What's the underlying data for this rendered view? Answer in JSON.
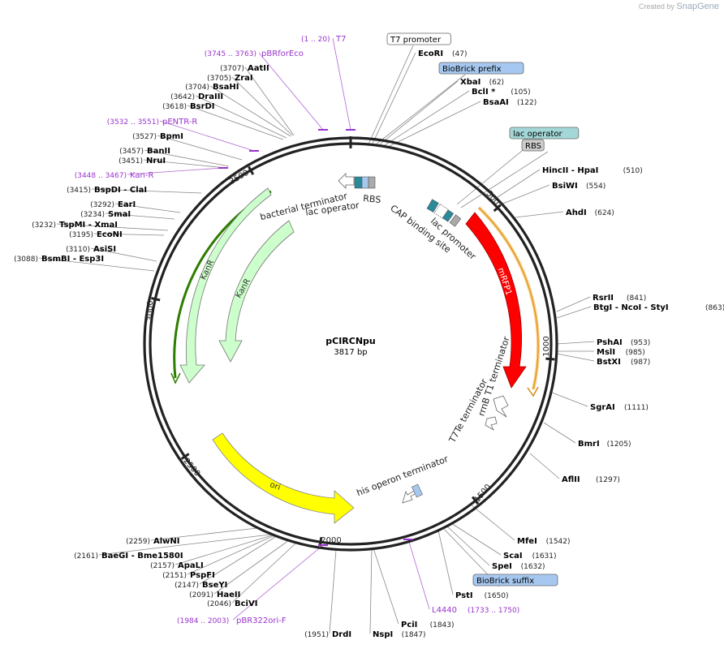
{
  "credit": {
    "prefix": "Created by",
    "brand": "SnapGene"
  },
  "map": {
    "name": "pCIRCNpu",
    "length_label": "3817 bp",
    "total_bp": 3817,
    "ticks": [
      {
        "bp": 500,
        "label": "500"
      },
      {
        "bp": 1000,
        "label": "1000"
      },
      {
        "bp": 1500,
        "label": "1500"
      },
      {
        "bp": 2000,
        "label": "2000"
      },
      {
        "bp": 2500,
        "label": "2500"
      },
      {
        "bp": 3000,
        "label": "3000"
      },
      {
        "bp": 3500,
        "label": "3500"
      }
    ]
  },
  "colors": {
    "backbone": "#222222",
    "enzyme_label": "#000000",
    "primer_label": "#9933cc",
    "mRFP1": "#ff0000",
    "orange_arc": "#f5a623",
    "kan_arc": "#2e7d00",
    "KanR": "#ccffcc",
    "ori": "#ffff00",
    "lac_operator_fill": "#a4d8d8",
    "biobrick_fill": "#a6c8f0",
    "rbs_fill": "#cccccc"
  },
  "features": {
    "mRFP1": "mRFP1",
    "KanR_outer": "KanR",
    "KanR_inner": "KanR",
    "ori": "ori",
    "bacterial_terminator": "bacterial terminator",
    "lac_operator_inner": "lac operator",
    "RBS_inner": "RBS",
    "CAP_binding_site": "CAP binding site",
    "lac_promoter": "lac promoter",
    "rrnB_T1_terminator": "rrnB T1 terminator",
    "T7Te_terminator": "T7Te terminator",
    "his_operon_terminator": "his operon terminator"
  },
  "labels": [
    {
      "id": "T7-promoter",
      "type": "boxed",
      "text": "T7 promoter",
      "fill": "#ffffff"
    },
    {
      "id": "EcoRI",
      "type": "enzyme",
      "name": "EcoRI",
      "pos": "(47)"
    },
    {
      "id": "BioBrick-prefix",
      "type": "boxed",
      "text": "BioBrick prefix",
      "fill": "#a6c8f0"
    },
    {
      "id": "XbaI",
      "type": "enzyme",
      "name": "XbaI",
      "pos": "(62)"
    },
    {
      "id": "BclI",
      "type": "enzyme",
      "name": "BclI *",
      "pos": "(105)"
    },
    {
      "id": "BsaAI",
      "type": "enzyme",
      "name": "BsaAI",
      "pos": "(122)"
    },
    {
      "id": "lac-operator",
      "type": "boxed",
      "text": "lac operator",
      "fill": "#a4d8d8"
    },
    {
      "id": "RBS",
      "type": "boxed",
      "text": "RBS",
      "fill": "#cccccc"
    },
    {
      "id": "HincII-HpaI",
      "type": "enzyme",
      "name": "HincII  - HpaI",
      "pos": "(510)"
    },
    {
      "id": "BsiWI",
      "type": "enzyme",
      "name": "BsiWI",
      "pos": "(554)"
    },
    {
      "id": "AhdI",
      "type": "enzyme",
      "name": "AhdI",
      "pos": "(624)"
    },
    {
      "id": "RsrII",
      "type": "enzyme",
      "name": "RsrII",
      "pos": "(841)"
    },
    {
      "id": "BtgI-NcoI-StyI",
      "type": "enzyme",
      "name": "BtgI  - NcoI  - StyI",
      "pos": "(863)"
    },
    {
      "id": "PshAI",
      "type": "enzyme",
      "name": "PshAI",
      "pos": "(953)"
    },
    {
      "id": "MslI",
      "type": "enzyme",
      "name": "MslI",
      "pos": "(985)"
    },
    {
      "id": "BstXI",
      "type": "enzyme",
      "name": "BstXI",
      "pos": "(987)"
    },
    {
      "id": "SgrAI",
      "type": "enzyme",
      "name": "SgrAI",
      "pos": "(1111)"
    },
    {
      "id": "BmrI",
      "type": "enzyme",
      "name": "BmrI",
      "pos": "(1205)"
    },
    {
      "id": "AflII",
      "type": "enzyme",
      "name": "AflII",
      "pos": "(1297)"
    },
    {
      "id": "MfeI",
      "type": "enzyme",
      "name": "MfeI",
      "pos": "(1542)"
    },
    {
      "id": "ScaI",
      "type": "enzyme",
      "name": "ScaI",
      "pos": "(1631)"
    },
    {
      "id": "SpeI",
      "type": "enzyme",
      "name": "SpeI",
      "pos": "(1632)"
    },
    {
      "id": "BioBrick-suffix",
      "type": "boxed",
      "text": "BioBrick suffix",
      "fill": "#a6c8f0"
    },
    {
      "id": "PstI",
      "type": "enzyme",
      "name": "PstI",
      "pos": "(1650)"
    },
    {
      "id": "L4440",
      "type": "primer",
      "name": "L4440",
      "pos": "(1733 .. 1750)"
    },
    {
      "id": "PciI",
      "type": "enzyme",
      "name": "PciI",
      "pos": "(1843)"
    },
    {
      "id": "NspI",
      "type": "enzyme",
      "name": "NspI",
      "pos": "(1847)"
    },
    {
      "id": "DrdI",
      "type": "enzyme",
      "name": "DrdI",
      "pos": "(1951)"
    },
    {
      "id": "pBR322ori-F",
      "type": "primer",
      "name": "pBR322ori-F",
      "pos": "(1984 .. 2003)"
    },
    {
      "id": "BciVI",
      "type": "enzyme",
      "name": "BciVI",
      "pos": "(2046)"
    },
    {
      "id": "HaeII",
      "type": "enzyme",
      "name": "HaeII",
      "pos": "(2091)"
    },
    {
      "id": "BseYI",
      "type": "enzyme",
      "name": "BseYI",
      "pos": "(2147)"
    },
    {
      "id": "PspFI",
      "type": "enzyme",
      "name": "PspFI",
      "pos": "(2151)"
    },
    {
      "id": "ApaLI",
      "type": "enzyme",
      "name": "ApaLI",
      "pos": "(2157)"
    },
    {
      "id": "BaeGI-Bme1580I",
      "type": "enzyme",
      "name": "BaeGI  - Bme1580I",
      "pos": "(2161)"
    },
    {
      "id": "AlwNI",
      "type": "enzyme",
      "name": "AlwNI",
      "pos": "(2259)"
    },
    {
      "id": "BsmBI-Esp3I",
      "type": "enzyme",
      "name": "BsmBI  - Esp3I",
      "pos": "(3088)"
    },
    {
      "id": "AsiSI",
      "type": "enzyme",
      "name": "AsiSI",
      "pos": "(3110)"
    },
    {
      "id": "EcoNI",
      "type": "enzyme",
      "name": "EcoNI",
      "pos": "(3195)"
    },
    {
      "id": "TspMI-XmaI",
      "type": "enzyme",
      "name": "TspMI  - XmaI",
      "pos": "(3232)"
    },
    {
      "id": "SmaI",
      "type": "enzyme",
      "name": "SmaI",
      "pos": "(3234)"
    },
    {
      "id": "EarI",
      "type": "enzyme",
      "name": "EarI",
      "pos": "(3292)"
    },
    {
      "id": "BspDI-ClaI",
      "type": "enzyme",
      "name": "BspDI  - ClaI",
      "pos": "(3415)"
    },
    {
      "id": "Kan-R",
      "type": "primer",
      "name": "Kan-R",
      "pos": "(3448 .. 3467)"
    },
    {
      "id": "NruI",
      "type": "enzyme",
      "name": "NruI",
      "pos": "(3451)"
    },
    {
      "id": "BanII",
      "type": "enzyme",
      "name": "BanII",
      "pos": "(3457)"
    },
    {
      "id": "BpmI",
      "type": "enzyme",
      "name": "BpmI",
      "pos": "(3527)"
    },
    {
      "id": "pENTR-R",
      "type": "primer",
      "name": "pENTR-R",
      "pos": "(3532 .. 3551)"
    },
    {
      "id": "BsrDI",
      "type": "enzyme",
      "name": "BsrDI",
      "pos": "(3618)"
    },
    {
      "id": "DraIII",
      "type": "enzyme",
      "name": "DraIII",
      "pos": "(3642)"
    },
    {
      "id": "BsaHI",
      "type": "enzyme",
      "name": "BsaHI",
      "pos": "(3704)"
    },
    {
      "id": "ZraI",
      "type": "enzyme",
      "name": "ZraI",
      "pos": "(3705)"
    },
    {
      "id": "AatII",
      "type": "enzyme",
      "name": "AatII",
      "pos": "(3707)"
    },
    {
      "id": "pBRforEco",
      "type": "primer",
      "name": "pBRforEco",
      "pos": "(3745 .. 3763)"
    },
    {
      "id": "T7",
      "type": "primer",
      "name": "T7",
      "pos": "(1 .. 20)"
    }
  ]
}
